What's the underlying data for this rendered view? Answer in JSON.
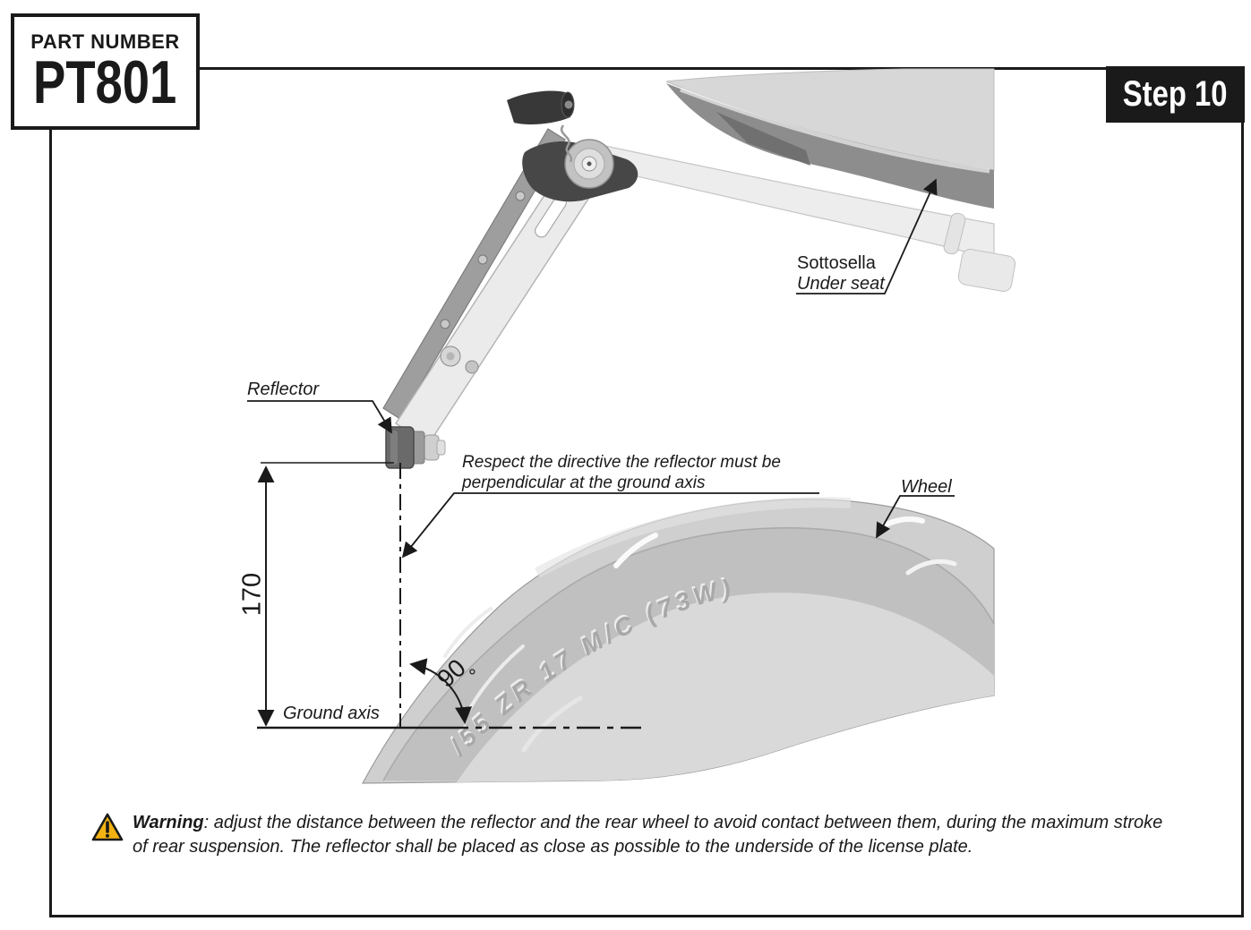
{
  "part_box": {
    "label": "PART NUMBER",
    "number": "PT801"
  },
  "step_badge": {
    "label": "Step 10"
  },
  "diagram": {
    "labels": {
      "reflector": "Reflector",
      "sottosella": "Sottosella",
      "under_seat": "Under seat",
      "directive_line1": "Respect the directive the reflector must be",
      "directive_line2": "perpendicular at the ground axis",
      "wheel": "Wheel",
      "ground_axis": "Ground axis"
    },
    "dimensions": {
      "height_mm": "170",
      "angle_value": "90",
      "angle_unit": "°"
    },
    "tire_marking": "/55 ZR 17 M/C (73W)"
  },
  "warning": {
    "title": "Warning",
    "line1": ": adjust the distance between the reflector and the rear wheel to avoid contact between them, during the maximum stroke",
    "line2": "of rear suspension. The reflector shall be placed as close as possible to the underside of the license plate."
  },
  "colors": {
    "ink": "#1A1A1A",
    "step_badge_bg": "#1A1A1A",
    "warning_triangle": "#F2B211"
  }
}
